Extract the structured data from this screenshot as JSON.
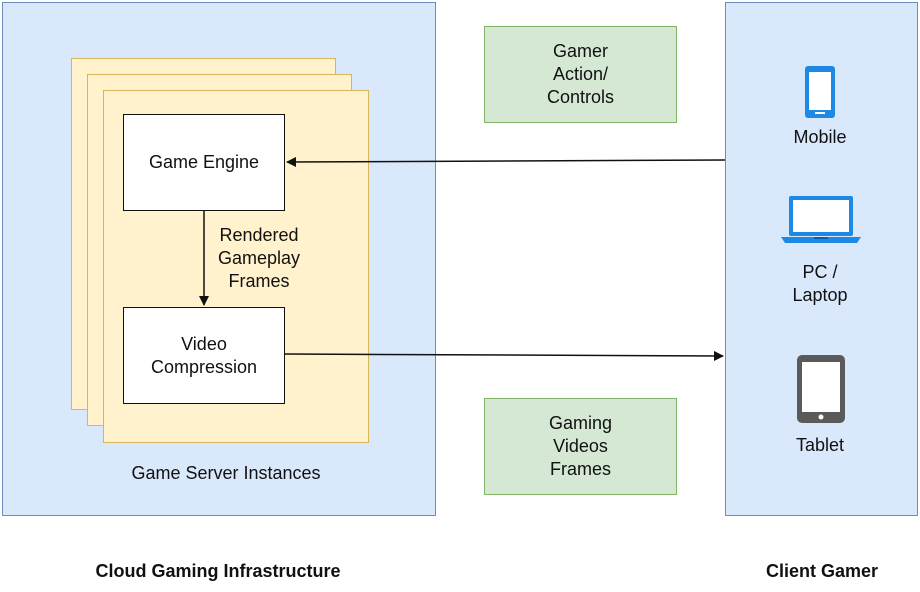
{
  "left_panel": {
    "instances_label": "Game Server Instances",
    "footer_label": "Cloud Gaming Infrastructure"
  },
  "nodes": {
    "game_engine": "Game Engine",
    "video_compression": "Video\nCompression",
    "rendered_frames": "Rendered\nGameplay\nFrames"
  },
  "middle": {
    "actions_box": "Gamer\nAction/\nControls",
    "videos_box": "Gaming\nVideos\nFrames"
  },
  "right_panel": {
    "devices": [
      {
        "icon": "mobile-phone-icon",
        "label": "Mobile"
      },
      {
        "icon": "laptop-icon",
        "label": "PC /\nLaptop"
      },
      {
        "icon": "tablet-icon",
        "label": "Tablet"
      }
    ],
    "footer_label": "Client Gamer"
  },
  "colors": {
    "panel_fill": "#dae8fc",
    "panel_stroke": "#6c8ebf",
    "card_fill": "#fff2cc",
    "card_stroke": "#d6b656",
    "green_fill": "#d5e8d4",
    "green_stroke": "#82b366",
    "icon_blue": "#1e88e5",
    "icon_gray": "#5a5a5a"
  }
}
